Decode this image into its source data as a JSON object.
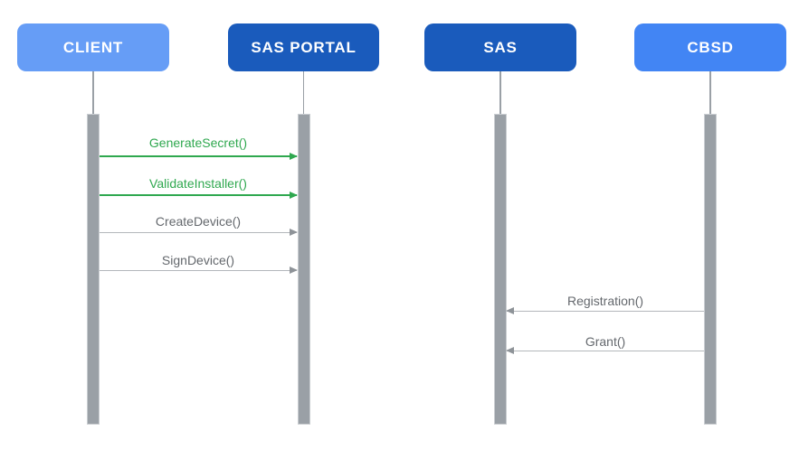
{
  "colors": {
    "background": "#FFFFFF",
    "client_box": "#669DF6",
    "portal_box": "#1A5BBC",
    "sas_box": "#1A5BBC",
    "cbsd_box": "#4285F4",
    "label_text": "#FFFFFF",
    "bar": "#9AA0A6",
    "bar_border": "#C9CDD1",
    "green": "#2FA84F",
    "gray_text": "#64686D",
    "gray_line": "#B3B7BB",
    "gray_head": "#8E9398"
  },
  "diagram": {
    "type": "sequence-diagram",
    "actors": [
      {
        "name": "CLIENT",
        "color": "#669DF6"
      },
      {
        "name": "SAS PORTAL",
        "color": "#1A5BBC"
      },
      {
        "name": "SAS",
        "color": "#1A5BBC"
      },
      {
        "name": "CBSD",
        "color": "#4285F4"
      }
    ],
    "messages": [
      {
        "label": "GenerateSecret()",
        "from": "CLIENT",
        "to": "SAS PORTAL",
        "direction": "right",
        "color": "#2FA84F"
      },
      {
        "label": "ValidateInstaller()",
        "from": "CLIENT",
        "to": "SAS PORTAL",
        "direction": "right",
        "color": "#2FA84F"
      },
      {
        "label": "CreateDevice()",
        "from": "CLIENT",
        "to": "SAS PORTAL",
        "direction": "right",
        "color": "#64686D"
      },
      {
        "label": "SignDevice()",
        "from": "CLIENT",
        "to": "SAS PORTAL",
        "direction": "right",
        "color": "#64686D"
      },
      {
        "label": "Registration()",
        "from": "CBSD",
        "to": "SAS",
        "direction": "left",
        "color": "#64686D"
      },
      {
        "label": "Grant()",
        "from": "CBSD",
        "to": "SAS",
        "direction": "left",
        "color": "#64686D"
      }
    ]
  }
}
